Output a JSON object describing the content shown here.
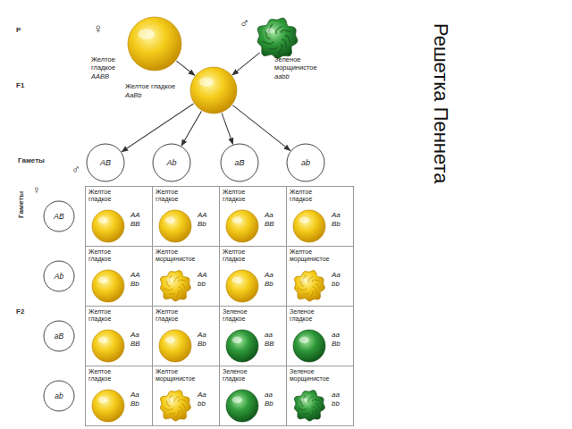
{
  "diagram": {
    "title": "Решетка Пеннета",
    "nodes": [
      {
        "text": [
          "Желтое гладкое",
          "AABB"
        ]
      },
      {
        "text": [
          "Зеленое морщинистое",
          "aabb"
        ]
      },
      {
        "text": [
          "Желтое гладкое",
          "AaBb"
        ]
      },
      {
        "text": [
          "AB"
        ]
      },
      {
        "text": [
          "Ab"
        ]
      },
      {
        "text": [
          "aB"
        ]
      },
      {
        "text": [
          "ab"
        ]
      },
      {
        "text": [
          "AB"
        ]
      },
      {
        "text": [
          "Желтое гладкое",
          "AA BB"
        ]
      },
      {
        "text": [
          "Желтое гладкое",
          "AA Bb"
        ]
      },
      {
        "text": [
          "Желтое гладкое",
          "Aa BB"
        ]
      },
      {
        "text": [
          "Желтое гладкое",
          "Aa Bb"
        ]
      },
      {
        "text": [
          "Ab"
        ]
      },
      {
        "text": [
          "Желтое гладкое",
          "AA Bb"
        ]
      },
      {
        "text": [
          "Желтое морщинистое",
          "AA bb"
        ]
      },
      {
        "text": [
          "Желтое гладкое",
          "Aa Bb"
        ]
      },
      {
        "text": [
          "Желтое морщинистое",
          "Aa bb"
        ]
      },
      {
        "text": [
          "aB"
        ]
      },
      {
        "text": [
          "Желтое гладкое",
          "Aa BB"
        ]
      },
      {
        "text": [
          "Желтое гладкое",
          "Aa Bb"
        ]
      },
      {
        "text": [
          "Зеленое гладкое",
          "aa BB"
        ]
      },
      {
        "text": [
          "Зеленое гладкое",
          "aa Bb"
        ]
      },
      {
        "text": [
          "ab"
        ]
      },
      {
        "text": [
          "Желтое гладкое",
          "Aa Bb"
        ]
      },
      {
        "text": [
          "Желтое морщинистое",
          "Aa bb"
        ]
      },
      {
        "text": [
          "Зеленое гладкое",
          "aa Bb"
        ]
      },
      {
        "text": [
          "Зеленое морщинистое",
          "aa bb"
        ]
      }
    ],
    "edges": [
      {
        "from": 0,
        "to": 2,
        "arrow": "to"
      },
      {
        "from": 1,
        "to": 2,
        "arrow": "to"
      },
      {
        "from": 2,
        "to": 3,
        "arrow": "to"
      },
      {
        "from": 2,
        "to": 4,
        "arrow": "to"
      },
      {
        "from": 2,
        "to": 5,
        "arrow": "to"
      },
      {
        "from": 2,
        "to": 6,
        "arrow": "to"
      }
    ],
    "labels": [
      "P",
      "♀",
      "♂",
      "F1",
      "Гаметы",
      "♂",
      "Гаметы",
      "♀",
      "F2"
    ]
  }
}
